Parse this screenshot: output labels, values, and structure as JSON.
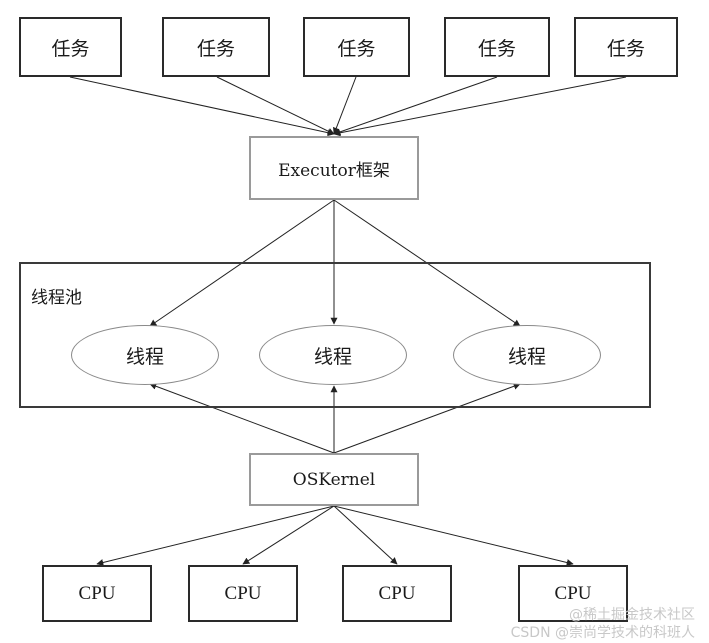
{
  "tasks": [
    "任务",
    "任务",
    "任务",
    "任务",
    "任务"
  ],
  "executor_label": "Executor框架",
  "pool_label": "线程池",
  "threads": [
    "线程",
    "线程",
    "线程"
  ],
  "kernel_label": "OSKernel",
  "cpus": [
    "CPU",
    "CPU",
    "CPU",
    "CPU"
  ],
  "watermark": {
    "line1": "@稀土掘金技术社区",
    "line2": "CSDN @崇尚学技术的科班人"
  },
  "colors": {
    "stroke_dark": "#2a2a2a",
    "stroke_gray": "#9a9a9a",
    "arrow": "#222222"
  }
}
